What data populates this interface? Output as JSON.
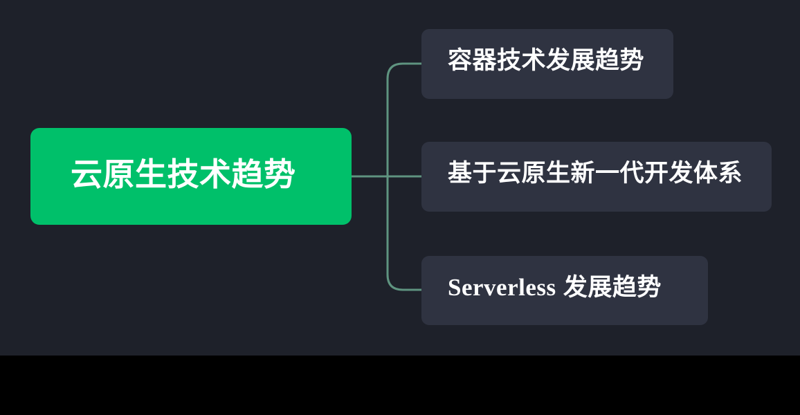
{
  "canvas": {
    "background_color": "#1e212a",
    "letterbox_color": "#000000"
  },
  "mindmap": {
    "root": {
      "label": "云原生技术趋势",
      "fill_color": "#00c06a",
      "text_color": "#ffffff"
    },
    "connector": {
      "color": "#5f9480",
      "width": 3
    },
    "children": [
      {
        "label": "容器技术发展趋势",
        "fill_color": "#2f3341",
        "text_color": "#ffffff"
      },
      {
        "label": "基于云原生新一代开发体系",
        "fill_color": "#2f3341",
        "text_color": "#ffffff"
      },
      {
        "label_latin": "Serverless",
        "label_cjk": " 发展趋势",
        "fill_color": "#2f3341",
        "text_color": "#ffffff"
      }
    ]
  }
}
